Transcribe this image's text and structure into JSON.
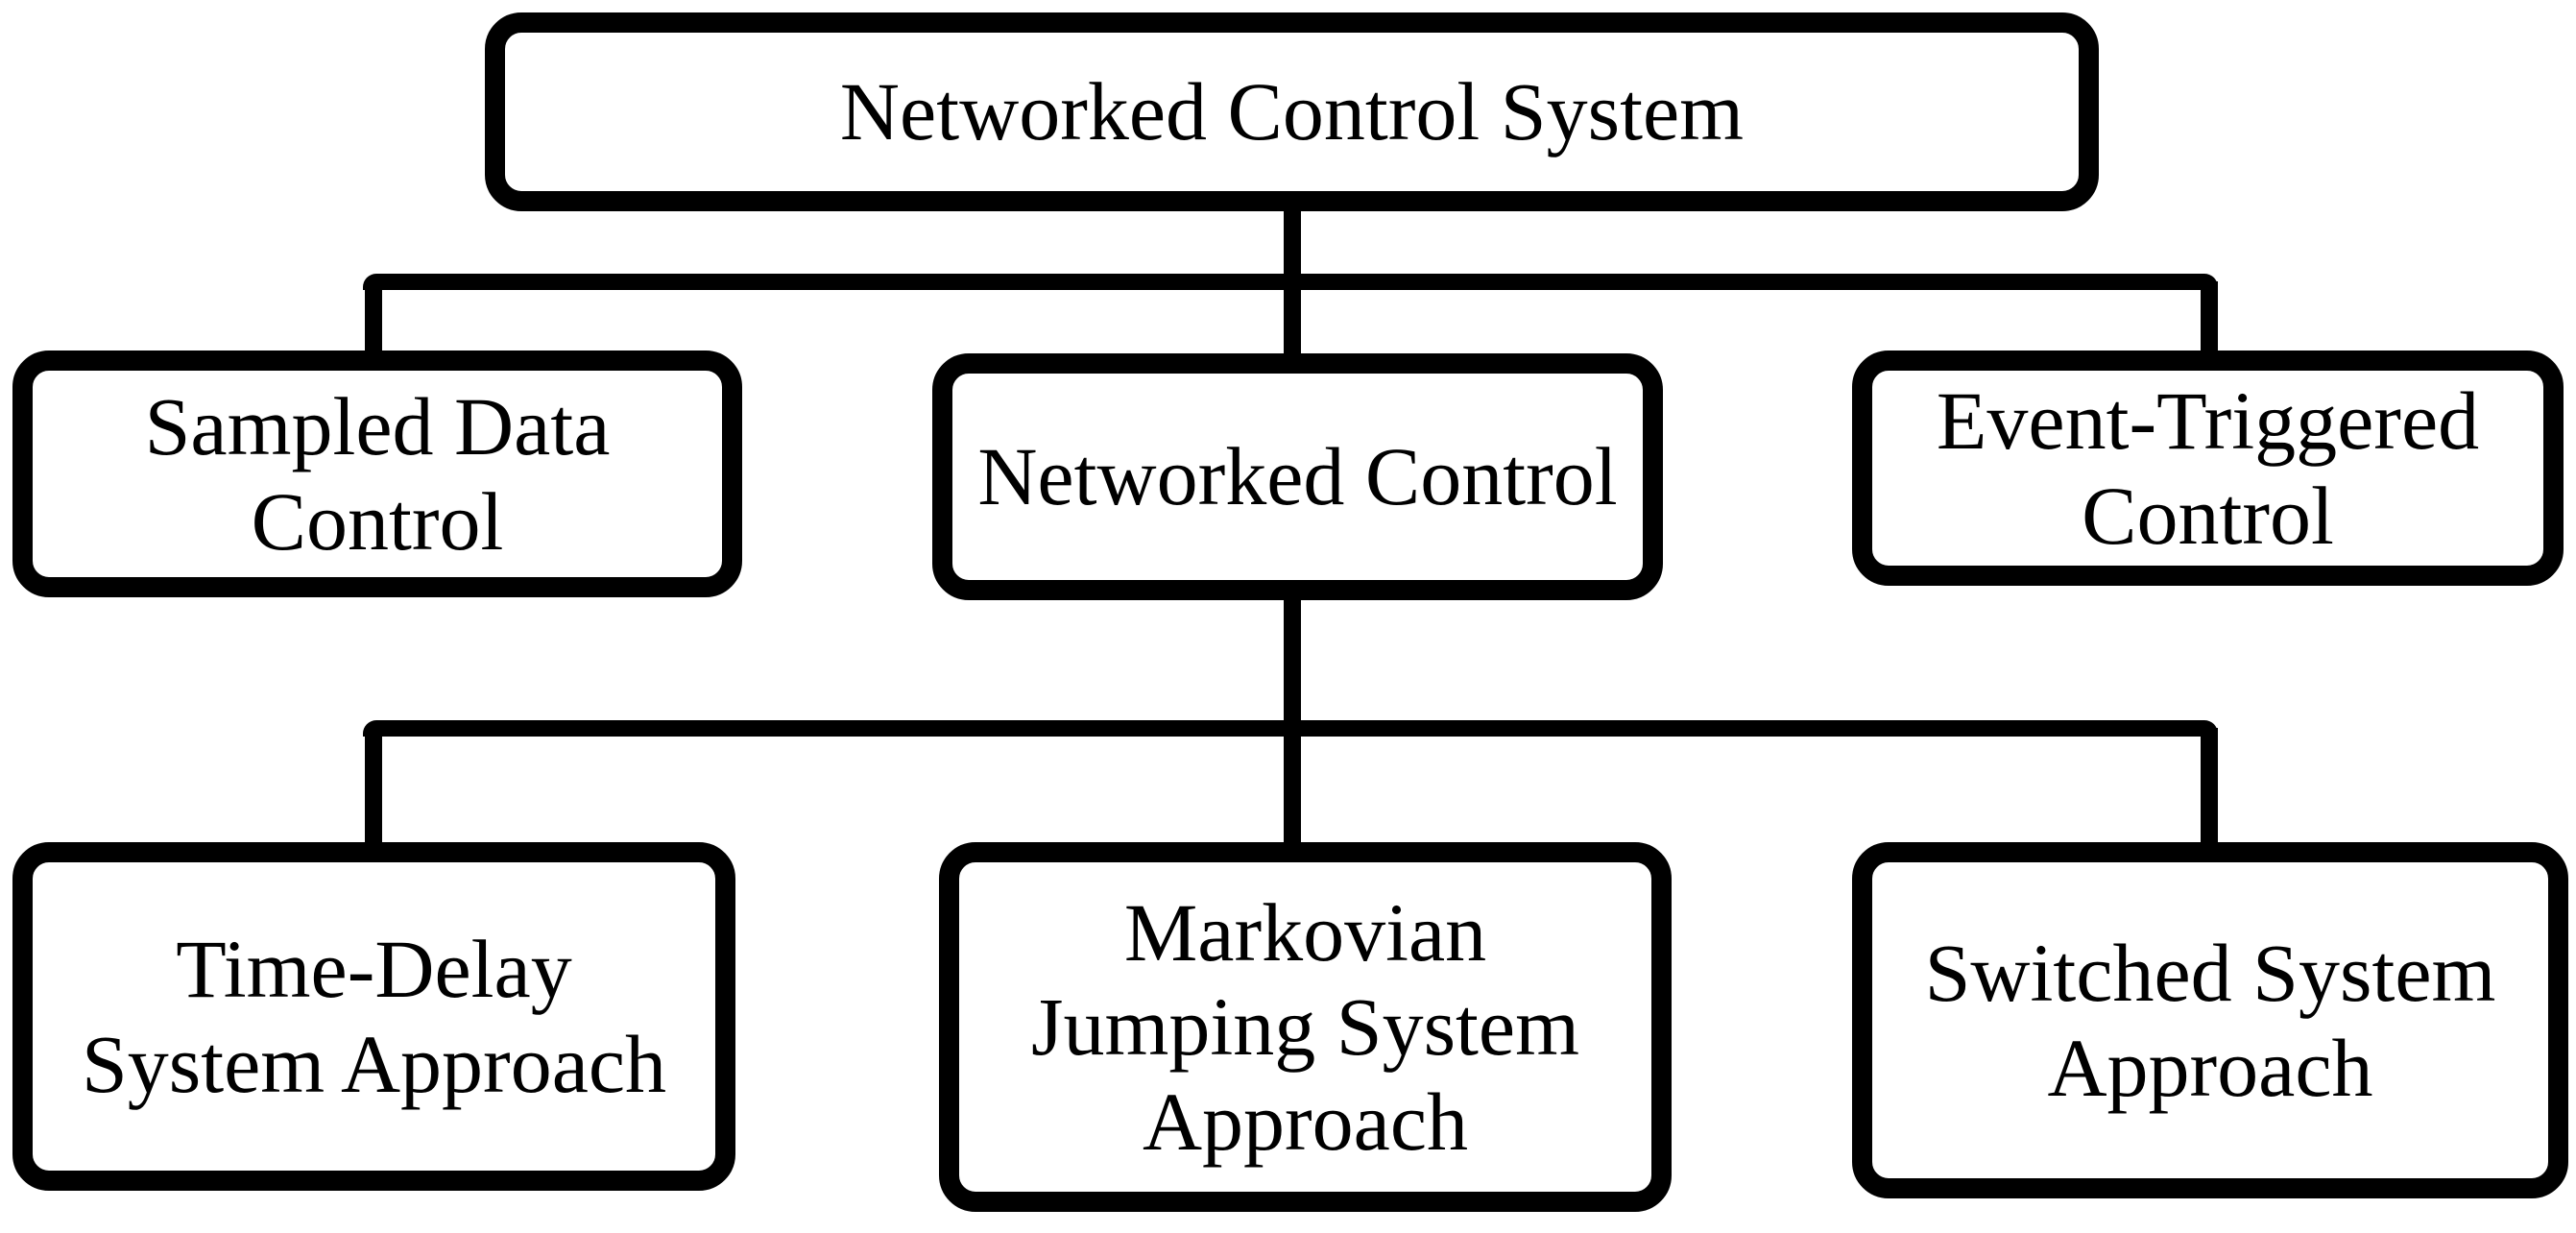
{
  "diagram": {
    "type": "hierarchy",
    "colors": {
      "background": "#ffffff",
      "line": "#000000",
      "text": "#000000"
    },
    "root": {
      "label": "Networked Control System",
      "children": [
        {
          "label": "Sampled Data\nControl"
        },
        {
          "label": "Networked Control",
          "children": [
            {
              "label": "Time-Delay\nSystem Approach"
            },
            {
              "label": "Markovian\nJumping System\nApproach"
            },
            {
              "label": "Switched System\nApproach"
            }
          ]
        },
        {
          "label": "Event-Triggered\nControl"
        }
      ]
    },
    "edges": [
      {
        "from": "Networked Control System",
        "to": "Sampled Data Control"
      },
      {
        "from": "Networked Control System",
        "to": "Networked Control"
      },
      {
        "from": "Networked Control System",
        "to": "Event-Triggered Control"
      },
      {
        "from": "Networked Control",
        "to": "Time-Delay System Approach"
      },
      {
        "from": "Networked Control",
        "to": "Markovian Jumping System Approach"
      },
      {
        "from": "Networked Control",
        "to": "Switched System Approach"
      }
    ]
  }
}
